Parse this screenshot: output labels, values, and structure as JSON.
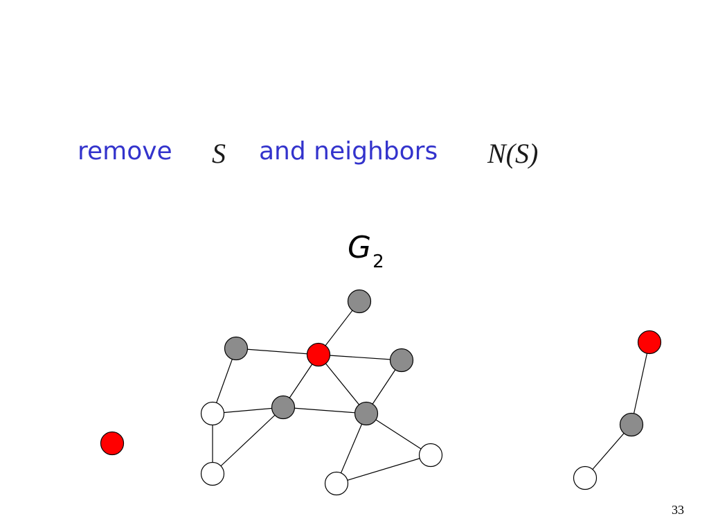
{
  "heading": {
    "word1": "remove",
    "set_symbol": "S",
    "word2": "and neighbors",
    "neighbors_symbol": "N(S)"
  },
  "graph_label": {
    "letter": "G",
    "subscript": "2"
  },
  "page_number": "33",
  "colors": {
    "removed": "#ff0000",
    "neighbor": "#8c8c8c",
    "remaining": "#ffffff",
    "heading": "#3333cc"
  },
  "nodes": [
    {
      "id": "n_top",
      "state": "neighbor"
    },
    {
      "id": "n_left_upper",
      "state": "neighbor"
    },
    {
      "id": "n_center",
      "state": "removed"
    },
    {
      "id": "n_right_upper",
      "state": "neighbor"
    },
    {
      "id": "n_mid_left",
      "state": "neighbor"
    },
    {
      "id": "n_mid_right",
      "state": "neighbor"
    },
    {
      "id": "w_left_mid",
      "state": "remaining"
    },
    {
      "id": "w_left_low",
      "state": "remaining"
    },
    {
      "id": "w_right",
      "state": "remaining"
    },
    {
      "id": "w_bottom",
      "state": "remaining"
    },
    {
      "id": "r_isolated",
      "state": "removed"
    },
    {
      "id": "r_far_right",
      "state": "removed"
    },
    {
      "id": "g_far_right",
      "state": "neighbor"
    },
    {
      "id": "w_far_right",
      "state": "remaining"
    }
  ],
  "edges": [
    [
      "n_top",
      "n_center"
    ],
    [
      "n_left_upper",
      "n_center"
    ],
    [
      "n_center",
      "n_right_upper"
    ],
    [
      "n_left_upper",
      "w_left_mid"
    ],
    [
      "n_center",
      "n_mid_left"
    ],
    [
      "n_center",
      "n_mid_right"
    ],
    [
      "n_right_upper",
      "n_mid_right"
    ],
    [
      "w_left_mid",
      "n_mid_left"
    ],
    [
      "n_mid_left",
      "n_mid_right"
    ],
    [
      "w_left_mid",
      "w_left_low"
    ],
    [
      "w_left_low",
      "n_mid_left"
    ],
    [
      "n_mid_right",
      "w_right"
    ],
    [
      "n_mid_right",
      "w_bottom"
    ],
    [
      "w_bottom",
      "w_right"
    ],
    [
      "r_far_right",
      "g_far_right"
    ],
    [
      "g_far_right",
      "w_far_right"
    ]
  ]
}
